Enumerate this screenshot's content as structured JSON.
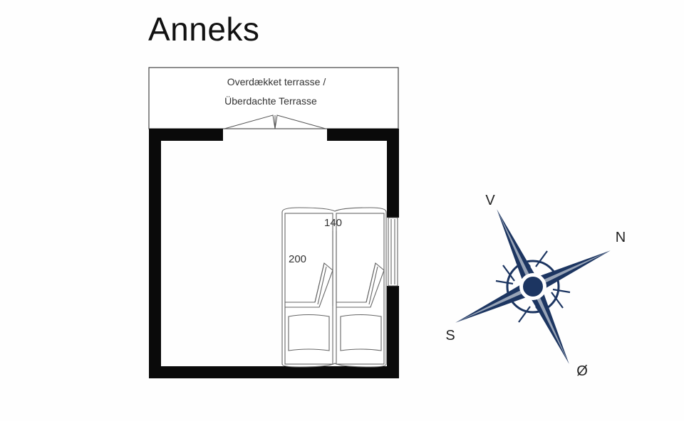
{
  "title": "Anneks",
  "terrace": {
    "line1": "Overdækket terrasse /",
    "line2": "Überdachte Terrasse"
  },
  "beds": {
    "width_label": "140",
    "length_label": "200"
  },
  "compass": {
    "icon": "compass-rose-icon",
    "labels": {
      "top": "V",
      "right": "N",
      "bottom_left": "S",
      "bottom_right": "Ø"
    },
    "color": "#1c3561"
  },
  "colors": {
    "wall": "#0a0a0a",
    "line": "#555555",
    "background": "#fefefe"
  }
}
